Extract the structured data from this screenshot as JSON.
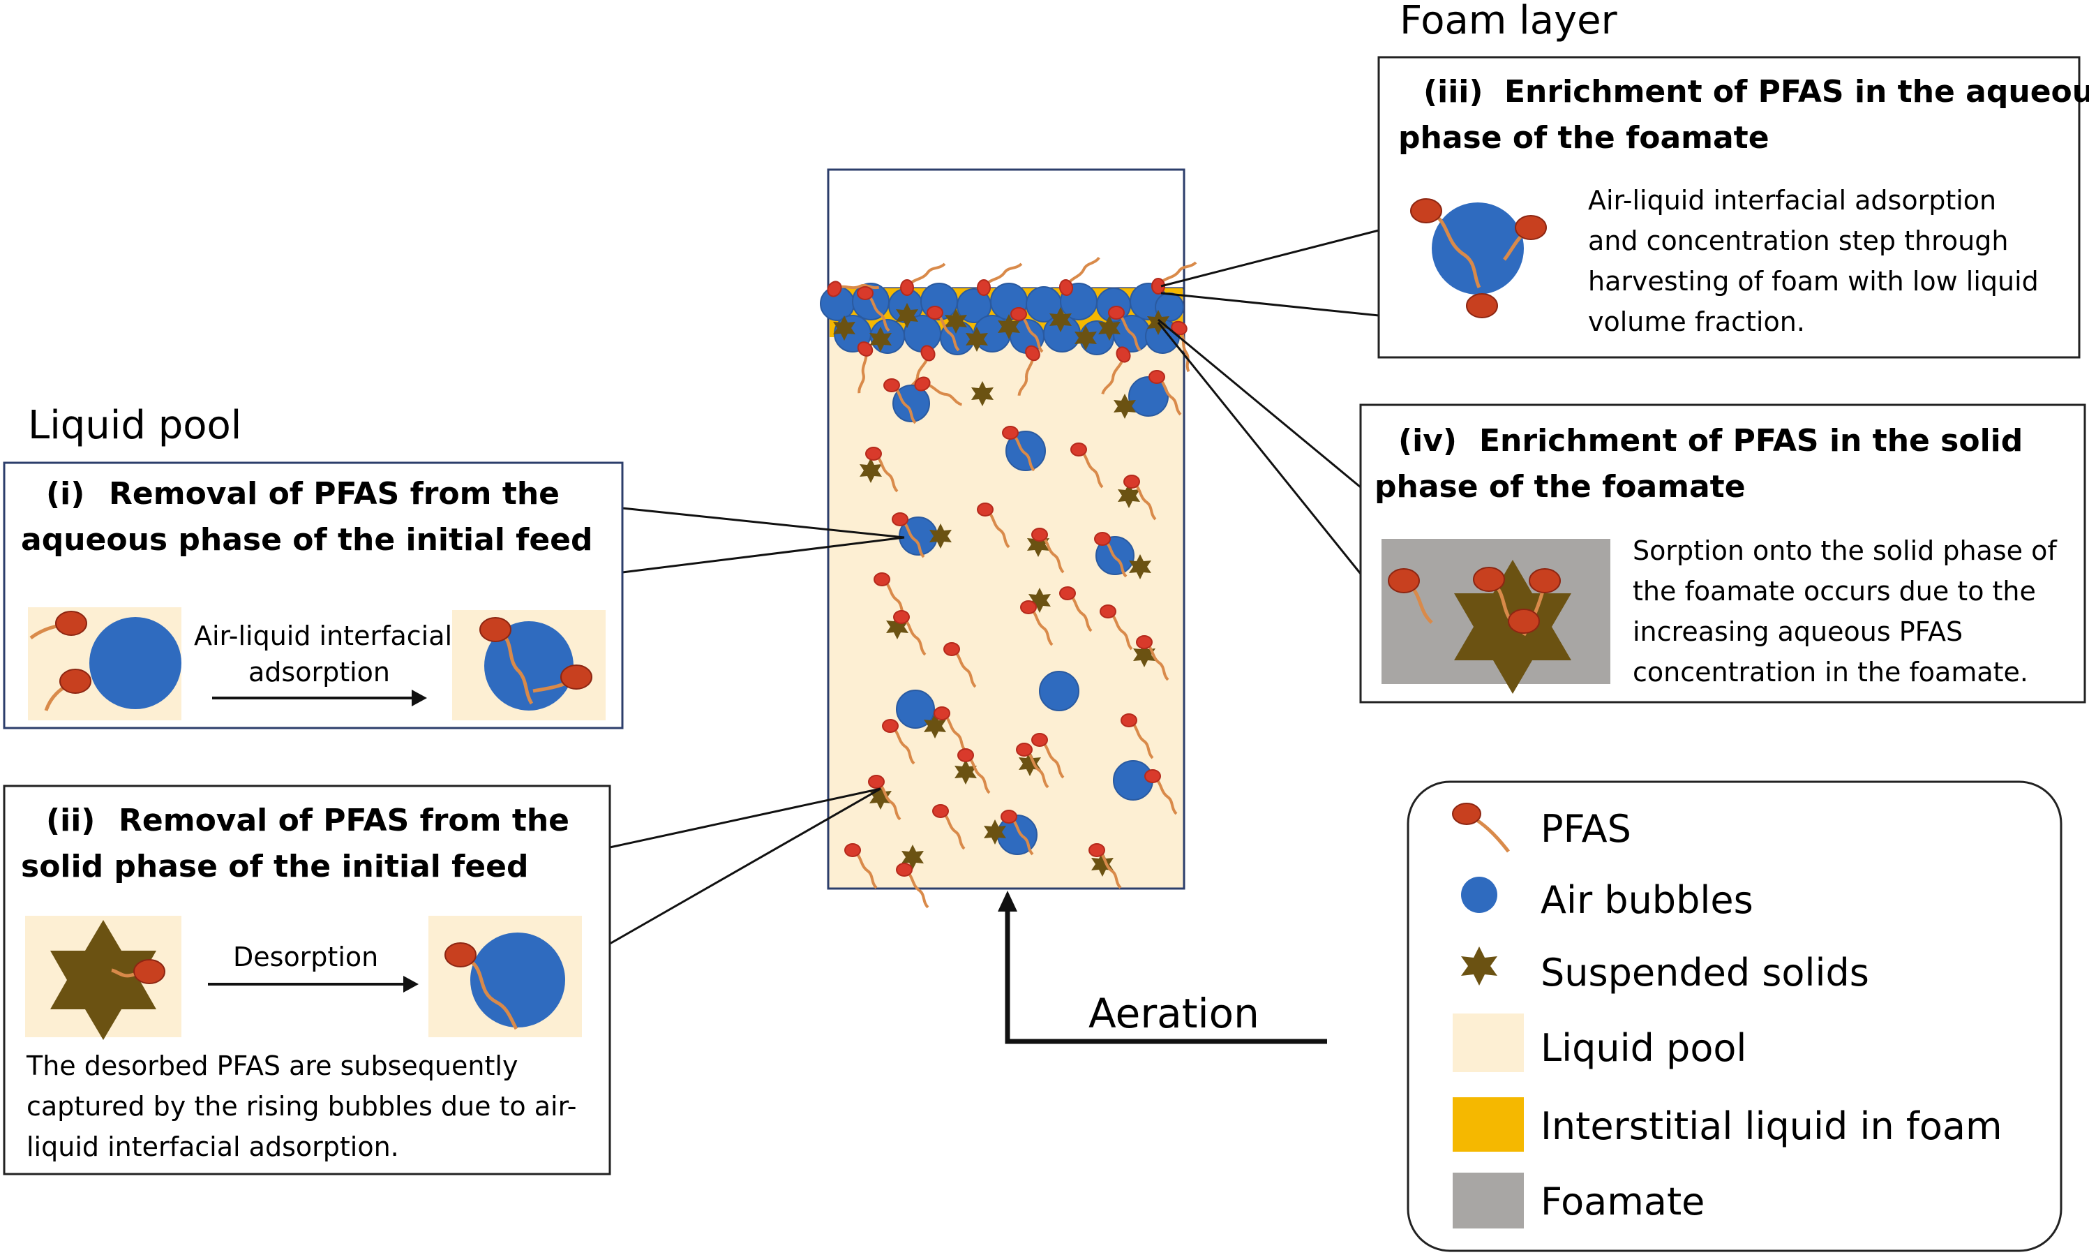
{
  "colors": {
    "liquid_pool": "#fdefd3",
    "interstitial": "#f5b800",
    "foamate": "#a8a6a4",
    "bubble": "#2f6bbf",
    "bubble_edge": "#2a5aa0",
    "pfas_head": "#c8401f",
    "pfas_tail": "#d98a4a",
    "solid": "#6b5212",
    "box_border_blue": "#2c3e6b",
    "box_border_dark": "#222222"
  },
  "labels": {
    "foam_layer": "Foam layer",
    "liquid_pool": "Liquid pool",
    "aeration": "Aeration"
  },
  "box_i": {
    "title_num": "(i)",
    "title_1": "Removal of PFAS from the",
    "title_2": "aqueous phase of the initial feed",
    "arrow_label_1": "Air-liquid interfacial",
    "arrow_label_2": "adsorption"
  },
  "box_ii": {
    "title_num": "(ii)",
    "title_1": "Removal of PFAS from the",
    "title_2": "solid phase of the initial feed",
    "arrow_label": "Desorption",
    "body_1": "The desorbed PFAS are subsequently",
    "body_2": "captured by the rising bubbles due to air-",
    "body_3": "liquid interfacial adsorption."
  },
  "box_iii": {
    "title_num": "(iii)",
    "title_1": "Enrichment of PFAS in the aqueous",
    "title_2": "phase of the foamate",
    "body_1": "Air-liquid interfacial adsorption",
    "body_2": "and concentration step through",
    "body_3": "harvesting of foam with low liquid",
    "body_4": "volume fraction."
  },
  "box_iv": {
    "title_num": "(iv)",
    "title_1": "Enrichment of PFAS in the solid",
    "title_2": "phase of the foamate",
    "body_1": "Sorption onto the solid phase of",
    "body_2": "the foamate occurs due to the",
    "body_3": "increasing aqueous PFAS",
    "body_4": "concentration in the foamate."
  },
  "legend": {
    "pfas": "PFAS",
    "air_bubbles": "Air bubbles",
    "suspended_solids": "Suspended solids",
    "liquid_pool": "Liquid pool",
    "interstitial": "Interstitial liquid in foam",
    "foamate": "Foamate"
  }
}
